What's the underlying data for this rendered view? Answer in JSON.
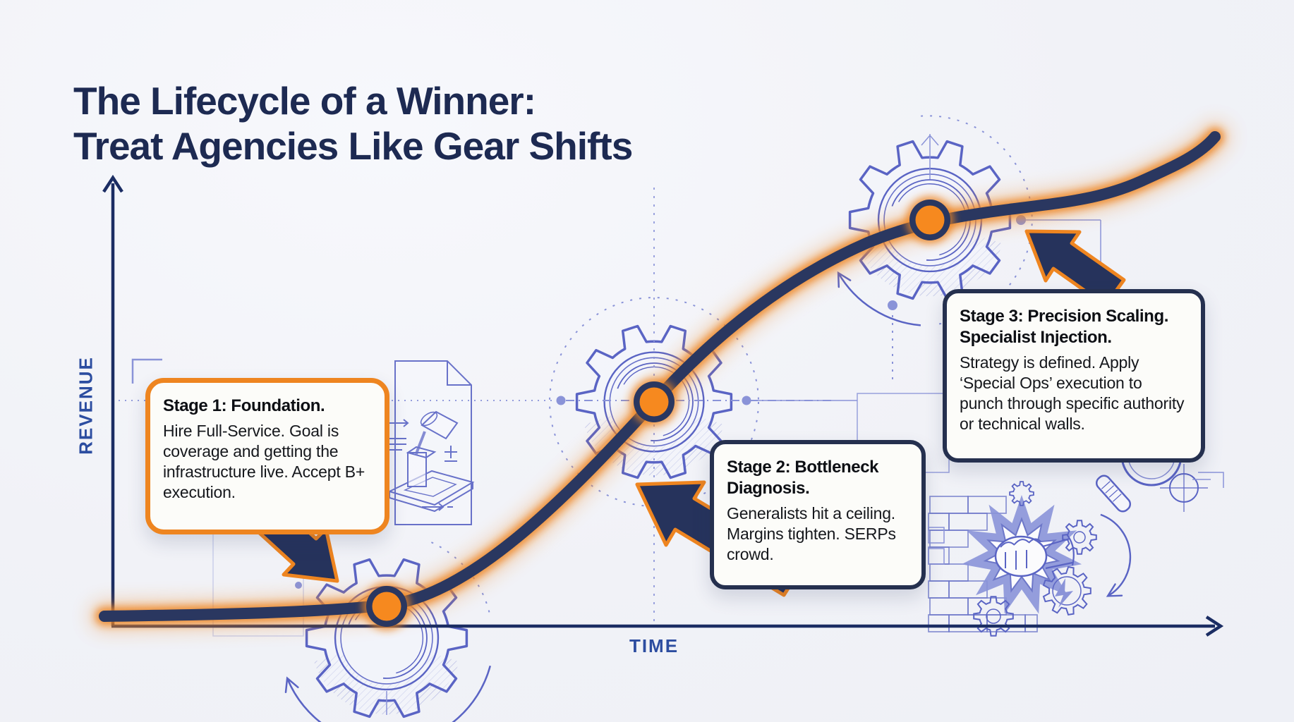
{
  "title": {
    "line1": "The Lifecycle of a Winner:",
    "line2": "Treat Agencies Like Gear Shifts"
  },
  "axes": {
    "y_label": "REVENUE",
    "x_label": "TIME"
  },
  "stages": [
    {
      "title_line1": "Stage 1: Foundation.",
      "title_line2": "",
      "body": "Hire Full-Service. Goal is coverage and getting the infrastructure live. Accept B+ execution.",
      "accent_color": "#EE8520"
    },
    {
      "title_line1": "Stage 2: Bottleneck",
      "title_line2": "Diagnosis.",
      "body": "Generalists hit a ceiling. Margins tighten. SERPs crowd.",
      "accent_color": "#25304F"
    },
    {
      "title_line1": "Stage 3: Precision Scaling.",
      "title_line2": "Specialist Injection.",
      "body": "Strategy is defined. Apply ‘Special Ops’ execution to punch through specific authority or technical walls.",
      "accent_color": "#25304F"
    }
  ],
  "colors": {
    "background": "#F1F2F7",
    "navy": "#25304F",
    "curve_navy": "#2A3760",
    "axis_navy": "#1B2D63",
    "royal_blue": "#2C4DA0",
    "orange": "#EE8520",
    "dot_orange": "#F6891F",
    "arrow_fill": "#26335C",
    "sketch_periwinkle": "#5A64C4",
    "sketch_light": "#8A93D8",
    "title_navy": "#1D2A52"
  },
  "decorations": {
    "style": "blueprint-sketch",
    "items": [
      "gear-sketch-stage1",
      "gear-sketch-stage2",
      "gear-sketch-stage3",
      "blueprint-paper-foundation-pour-sketch",
      "fist-through-brick-wall-sketch",
      "magnifying-glass-sketch",
      "dashed-guide-lines"
    ]
  },
  "chart_data": {
    "type": "line",
    "title": "The Lifecycle of a Winner: Treat Agencies Like Gear Shifts",
    "xlabel": "TIME",
    "ylabel": "REVENUE",
    "axis_ticks": "none (conceptual S-curve, no numeric scale)",
    "series": [
      {
        "name": "revenue-s-curve",
        "x_norm": [
          0,
          0.25,
          0.5,
          0.75,
          1.0
        ],
        "y_norm": [
          0.02,
          0.04,
          0.45,
          0.82,
          0.98
        ]
      }
    ],
    "stage_markers": [
      {
        "label": "Stage 1: Foundation.",
        "x_norm": 0.25,
        "y_norm": 0.04
      },
      {
        "label": "Stage 2: Bottleneck Diagnosis.",
        "x_norm": 0.5,
        "y_norm": 0.45
      },
      {
        "label": "Stage 3: Precision Scaling. Specialist Injection.",
        "x_norm": 0.74,
        "y_norm": 0.82
      }
    ]
  }
}
